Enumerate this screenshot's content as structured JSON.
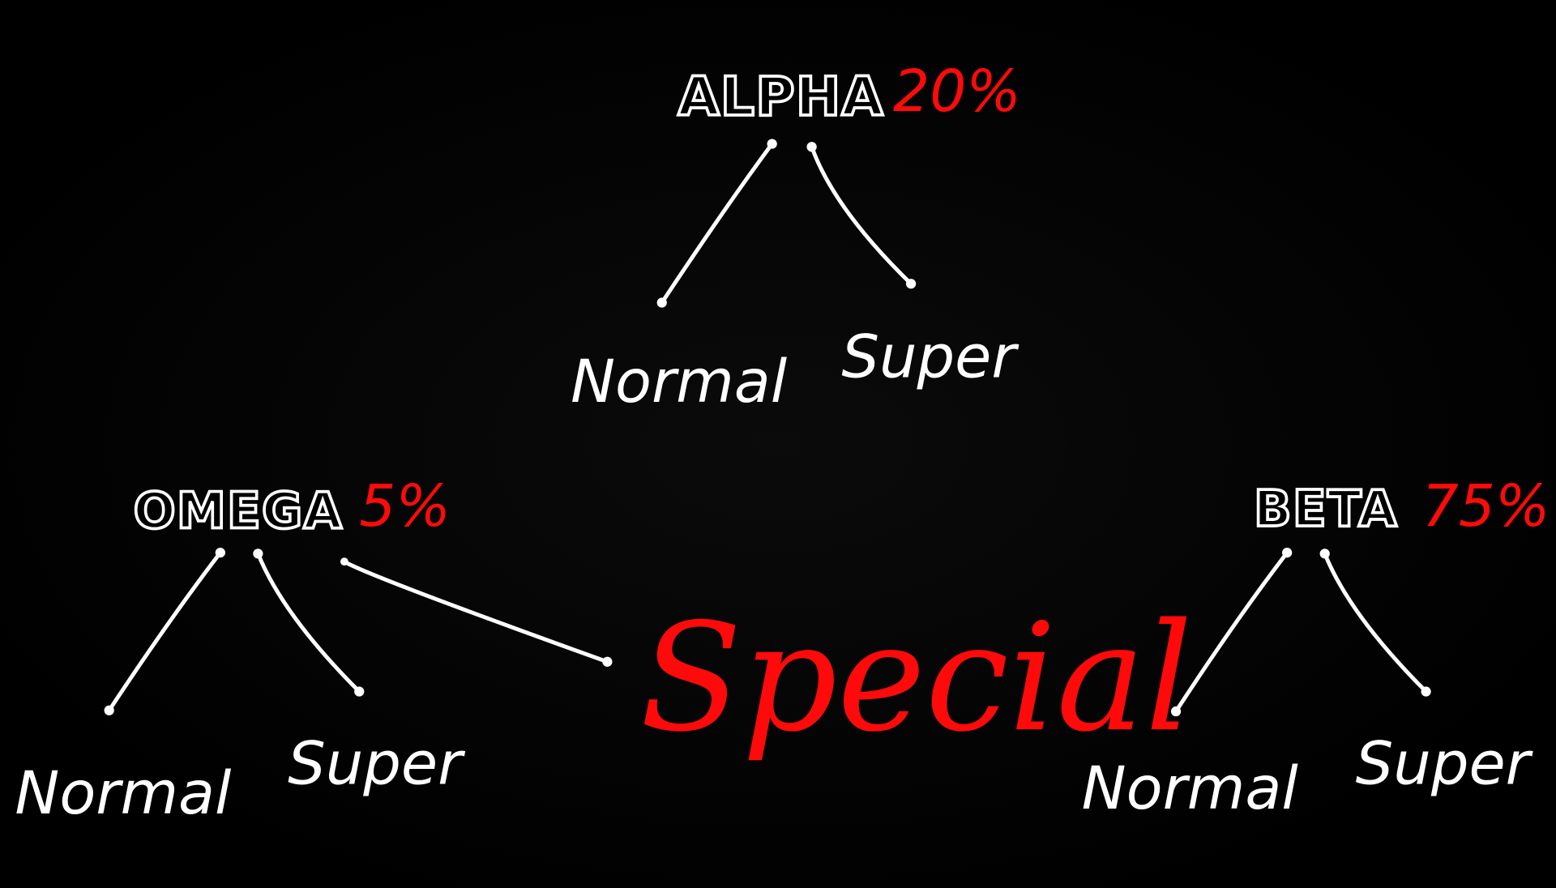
{
  "nodes": {
    "alpha": {
      "label": "ALPHA",
      "percent": "20%",
      "children": [
        "Normal",
        "Super"
      ]
    },
    "omega": {
      "label": "OMEGA",
      "percent": "5%",
      "children": [
        "Normal",
        "Super"
      ],
      "extra": "Special"
    },
    "beta": {
      "label": "BETA",
      "percent": "75%",
      "children": [
        "Normal",
        "Super"
      ]
    }
  },
  "colors": {
    "background": "#000000",
    "text": "#ffffff",
    "accent": "#ff0a0a"
  }
}
